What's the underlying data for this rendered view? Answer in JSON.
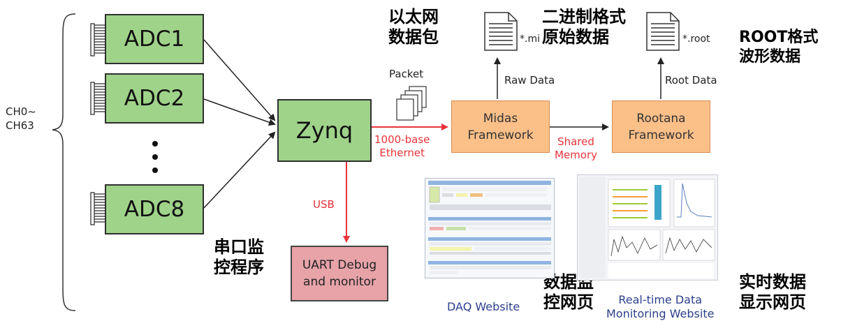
{
  "channels": "CH0~\nCH63",
  "adc": [
    "ADC1",
    "ADC2",
    "ADC8"
  ],
  "zynq": "Zynq",
  "midas": "Midas\nFramework",
  "rootana": "Rootana\nFramework",
  "uart": "UART Debug\nand monitor",
  "packet": "Packet",
  "ethernet": "1000-base\nEthernet",
  "shared_memory": "Shared\nMemory",
  "usb": "USB",
  "raw_data": "Raw Data",
  "root_data": "Root Data",
  "mid_ext": "*.mi",
  "root_ext": "*.root",
  "zh_ethernet_packet": "以太网\n数据包",
  "zh_binary": "二进制格式\n原始数据",
  "root_waveform": "ROOT格式\n波形数据",
  "zh_serial": "串口监\n控程序",
  "zh_data_monitor": "数据监\n控网页",
  "zh_realtime": "实时数据\n显示网页",
  "daq_website": "DAQ Website",
  "realtime_website": "Real-time Data\nMonitoring Website",
  "colors": {
    "adc_fill": "#9fd38a",
    "framework_fill": "#fbbf88",
    "uart_fill": "#e7a3a8",
    "arrow_red": "#e8333a",
    "link_blue": "#2c3e8c"
  }
}
